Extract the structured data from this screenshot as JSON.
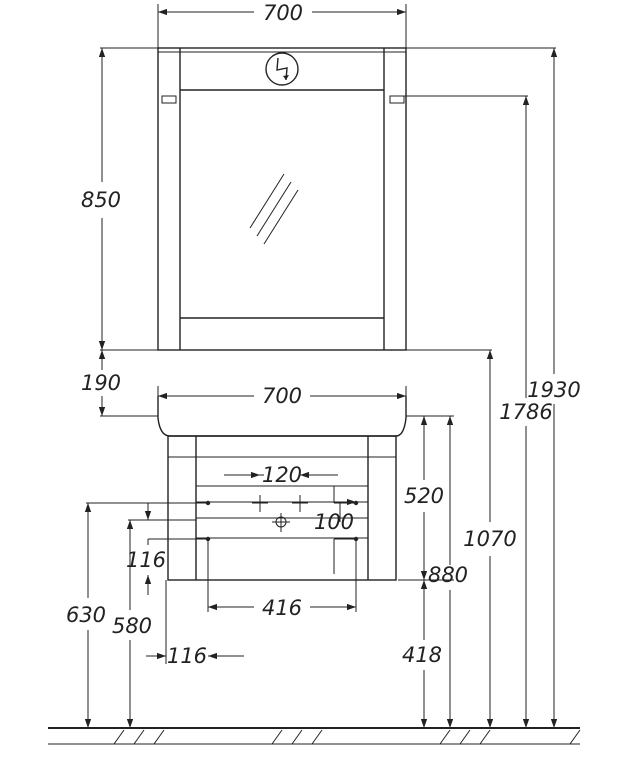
{
  "dimensions": {
    "mirror_width": "700",
    "mirror_height": "850",
    "gap_height": "190",
    "basin_width": "700",
    "tap_spacing": "120",
    "cabinet_height": "520",
    "drain_offset": "100",
    "side_offset": "116",
    "lower_offset_height": "580",
    "upper_offset_height": "630",
    "pipe_spacing": "416",
    "bottom_offset": "116",
    "basin_top_height": "880",
    "floor_clearance": "418",
    "mirror_bottom_height": "1070",
    "light_height": "1786",
    "overall_height": "1930"
  },
  "symbols": {
    "light": "light-switch-symbol",
    "mirror": "mirror-glass-symbol",
    "drain": "drain-symbol"
  }
}
